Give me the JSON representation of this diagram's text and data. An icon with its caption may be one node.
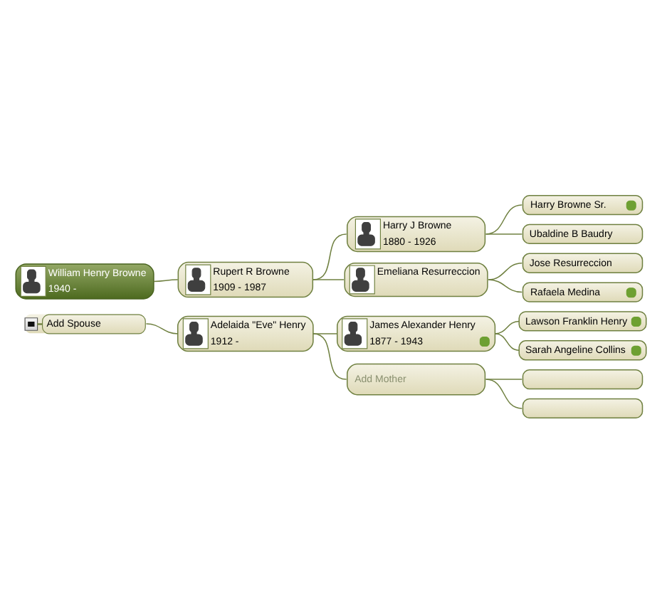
{
  "diagram": {
    "nodes": [
      {
        "text": [
          "William Henry Browne",
          "1940 -"
        ]
      },
      {
        "text": [
          "Add Spouse"
        ]
      },
      {
        "text": [
          "Rupert R Browne",
          "1909 - 1987"
        ]
      },
      {
        "text": [
          "Adelaida \"Eve\" Henry",
          "1912 -"
        ]
      },
      {
        "text": [
          "Harry J Browne",
          "1880 - 1926"
        ]
      },
      {
        "text": [
          "Emeliana Resurreccion"
        ]
      },
      {
        "text": [
          "James Alexander Henry",
          "1877 - 1943"
        ]
      },
      {
        "text": [
          "Add Mother"
        ]
      },
      {
        "text": [
          "Harry Browne Sr."
        ]
      },
      {
        "text": [
          "Ubaldine B Baudry"
        ]
      },
      {
        "text": [
          "Jose Resurreccion"
        ]
      },
      {
        "text": [
          "Rafaela Medina"
        ]
      },
      {
        "text": [
          "Lawson Franklin Henry"
        ]
      },
      {
        "text": [
          "Sarah Angeline Collins"
        ]
      },
      {
        "text": [],
        "shape": "box"
      },
      {
        "text": [],
        "shape": "box"
      }
    ],
    "edges": [
      {
        "from": 0,
        "to": 2,
        "arrow": "none"
      },
      {
        "from": 1,
        "to": 3,
        "arrow": "none"
      },
      {
        "from": 2,
        "to": 4,
        "arrow": "none"
      },
      {
        "from": 2,
        "to": 5,
        "arrow": "none"
      },
      {
        "from": 3,
        "to": 6,
        "arrow": "none"
      },
      {
        "from": 3,
        "to": 7,
        "arrow": "none"
      },
      {
        "from": 4,
        "to": 8,
        "arrow": "none"
      },
      {
        "from": 4,
        "to": 9,
        "arrow": "none"
      },
      {
        "from": 5,
        "to": 10,
        "arrow": "none"
      },
      {
        "from": 5,
        "to": 11,
        "arrow": "none"
      },
      {
        "from": 6,
        "to": 12,
        "arrow": "none"
      },
      {
        "from": 6,
        "to": 13,
        "arrow": "none"
      },
      {
        "from": 7,
        "to": 14,
        "arrow": "none"
      },
      {
        "from": 7,
        "to": 15,
        "arrow": "none"
      }
    ]
  }
}
